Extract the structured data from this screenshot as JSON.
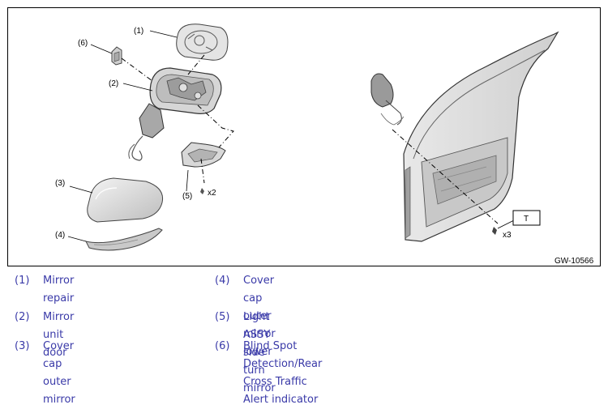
{
  "figure": {
    "code": "GW-10566",
    "callouts": [
      "(1)",
      "(2)",
      "(3)",
      "(4)",
      "(5)",
      "(6)"
    ],
    "qty_x2": "x2",
    "qty_x3": "x3",
    "tool_marker": "T"
  },
  "legend": [
    {
      "num": "(1)",
      "text": "Mirror repair"
    },
    {
      "num": "(2)",
      "text": "Mirror unit door"
    },
    {
      "num": "(3)",
      "text": "Cover cap outer mirror"
    },
    {
      "num": "(4)",
      "text": "Cover cap outer mirror lower"
    },
    {
      "num": "(5)",
      "text": "Light ASSY side turn mirror"
    },
    {
      "num": "(6)",
      "text": "Blind Spot Detection/Rear\nCross Traffic Alert indicator"
    }
  ],
  "colors": {
    "legend_text": "#3a3aa8",
    "frame": "#000000",
    "part_fill": "#dcdcdc"
  }
}
